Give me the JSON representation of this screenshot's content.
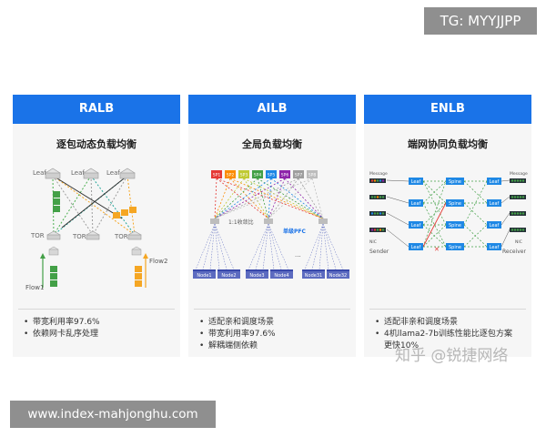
{
  "corner_tag": "TG: MYYJJPP",
  "bottom_url": "www.index-mahjonghu.com",
  "watermark": "知乎 @锐捷网络",
  "cards": [
    {
      "header": "RALB",
      "title": "逐包动态负载均衡",
      "diagram": {
        "leaf_labels": [
          "Leaf",
          "Leaf",
          "Leaf"
        ],
        "tor_labels": [
          "TOR",
          "TOR",
          "TOR"
        ],
        "flow_labels": [
          "Flow1",
          "Flow2"
        ]
      },
      "bullets": [
        "带宽利用率97.6%",
        "依赖网卡乱序处理"
      ]
    },
    {
      "header": "AILB",
      "title": "全局负载均衡",
      "diagram": {
        "spine_labels": [
          "SP1",
          "SP2",
          "SP3",
          "SP4",
          "SP5",
          "SP6",
          "SP7",
          "SP8"
        ],
        "annotations": [
          "1:1收敛比",
          "单级PFC"
        ],
        "node_labels": [
          "Node1",
          "Node2",
          "Node3",
          "Node4",
          "Node31",
          "Node32"
        ],
        "ellipsis": "..."
      },
      "bullets": [
        "适配亲和调度场景",
        "带宽利用率97.6%",
        "解耦端侧依赖"
      ]
    },
    {
      "header": "ENLB",
      "title": "端网协同负载均衡",
      "diagram": {
        "leaf_labels": [
          "Leaf",
          "Leaf",
          "Leaf",
          "Leaf",
          "Leaf",
          "Leaf",
          "Leaf",
          "Leaf"
        ],
        "spine_labels": [
          "Spine",
          "Spine",
          "Spine",
          "Spine"
        ],
        "side_labels": [
          "Message",
          "NIC",
          "Sender",
          "Message",
          "NIC",
          "Receiver"
        ]
      },
      "bullets": [
        "适配非亲和调度场景",
        "4机llama2-7b训练性能比逐包方案",
        "更快10%"
      ]
    }
  ]
}
